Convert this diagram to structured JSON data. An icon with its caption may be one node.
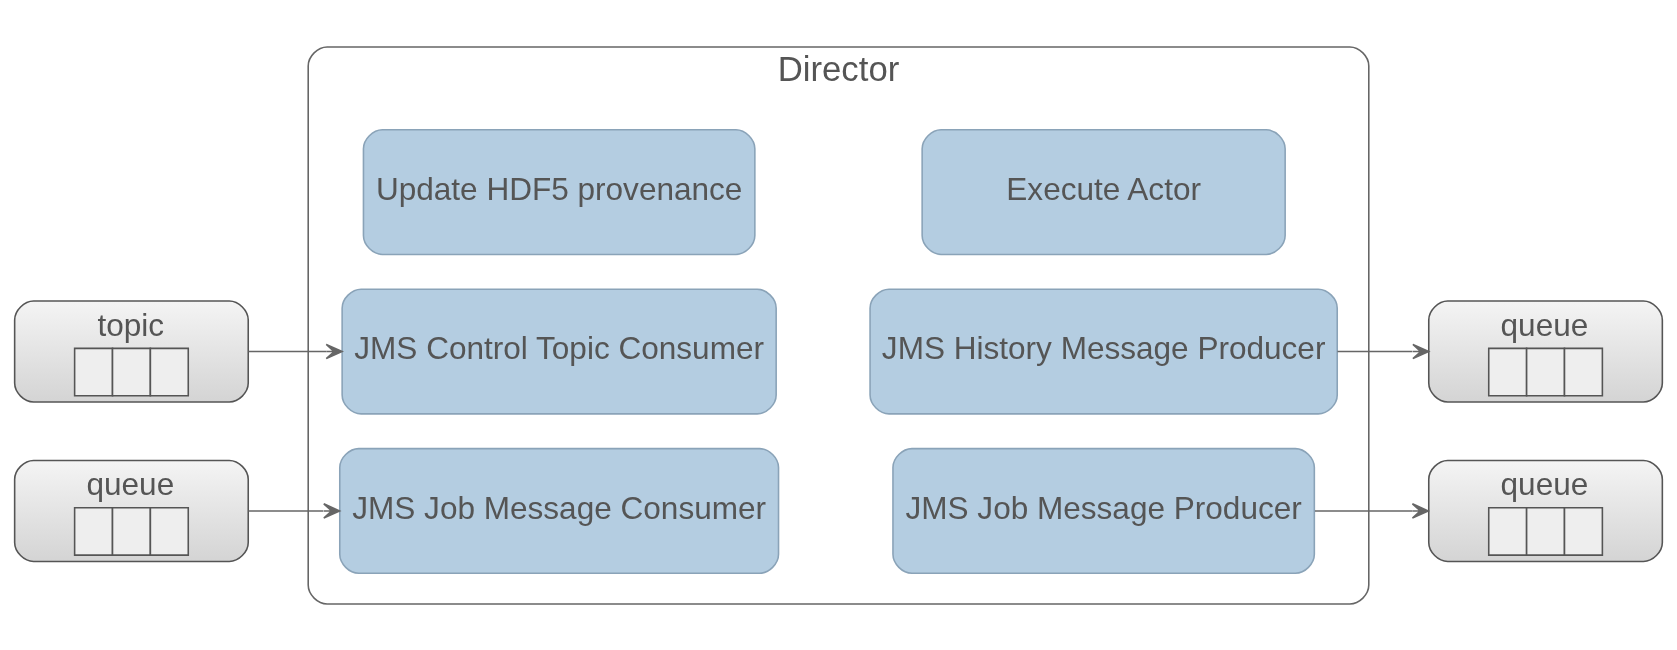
{
  "diagram": {
    "nodes": [
      {
        "text": [
          "topic"
        ]
      },
      {
        "text": [
          "queue"
        ]
      },
      {
        "text": [
          "Director"
        ]
      },
      {
        "text": [
          "JMS Control Topic Consumer"
        ],
        "in": 2
      },
      {
        "text": [
          "JMS History Message Producer"
        ],
        "in": 2
      },
      {
        "text": [
          "JMS Job Message Consumer"
        ],
        "in": 2
      },
      {
        "text": [
          "JMS Job Message Producer"
        ],
        "in": 2
      },
      {
        "text": [
          "Update HDF5 provenance"
        ],
        "in": 2
      },
      {
        "text": [
          "Execute Actor"
        ],
        "in": 2
      },
      {
        "text": [
          "queue"
        ]
      },
      {
        "text": [
          "queue"
        ]
      }
    ],
    "edges": [
      {
        "from": 0,
        "to": 3,
        "arrow": "to"
      },
      {
        "from": 1,
        "to": 5,
        "arrow": "to"
      },
      {
        "from": 4,
        "to": 9,
        "arrow": "to"
      },
      {
        "from": 6,
        "to": 10,
        "arrow": "to"
      }
    ]
  }
}
